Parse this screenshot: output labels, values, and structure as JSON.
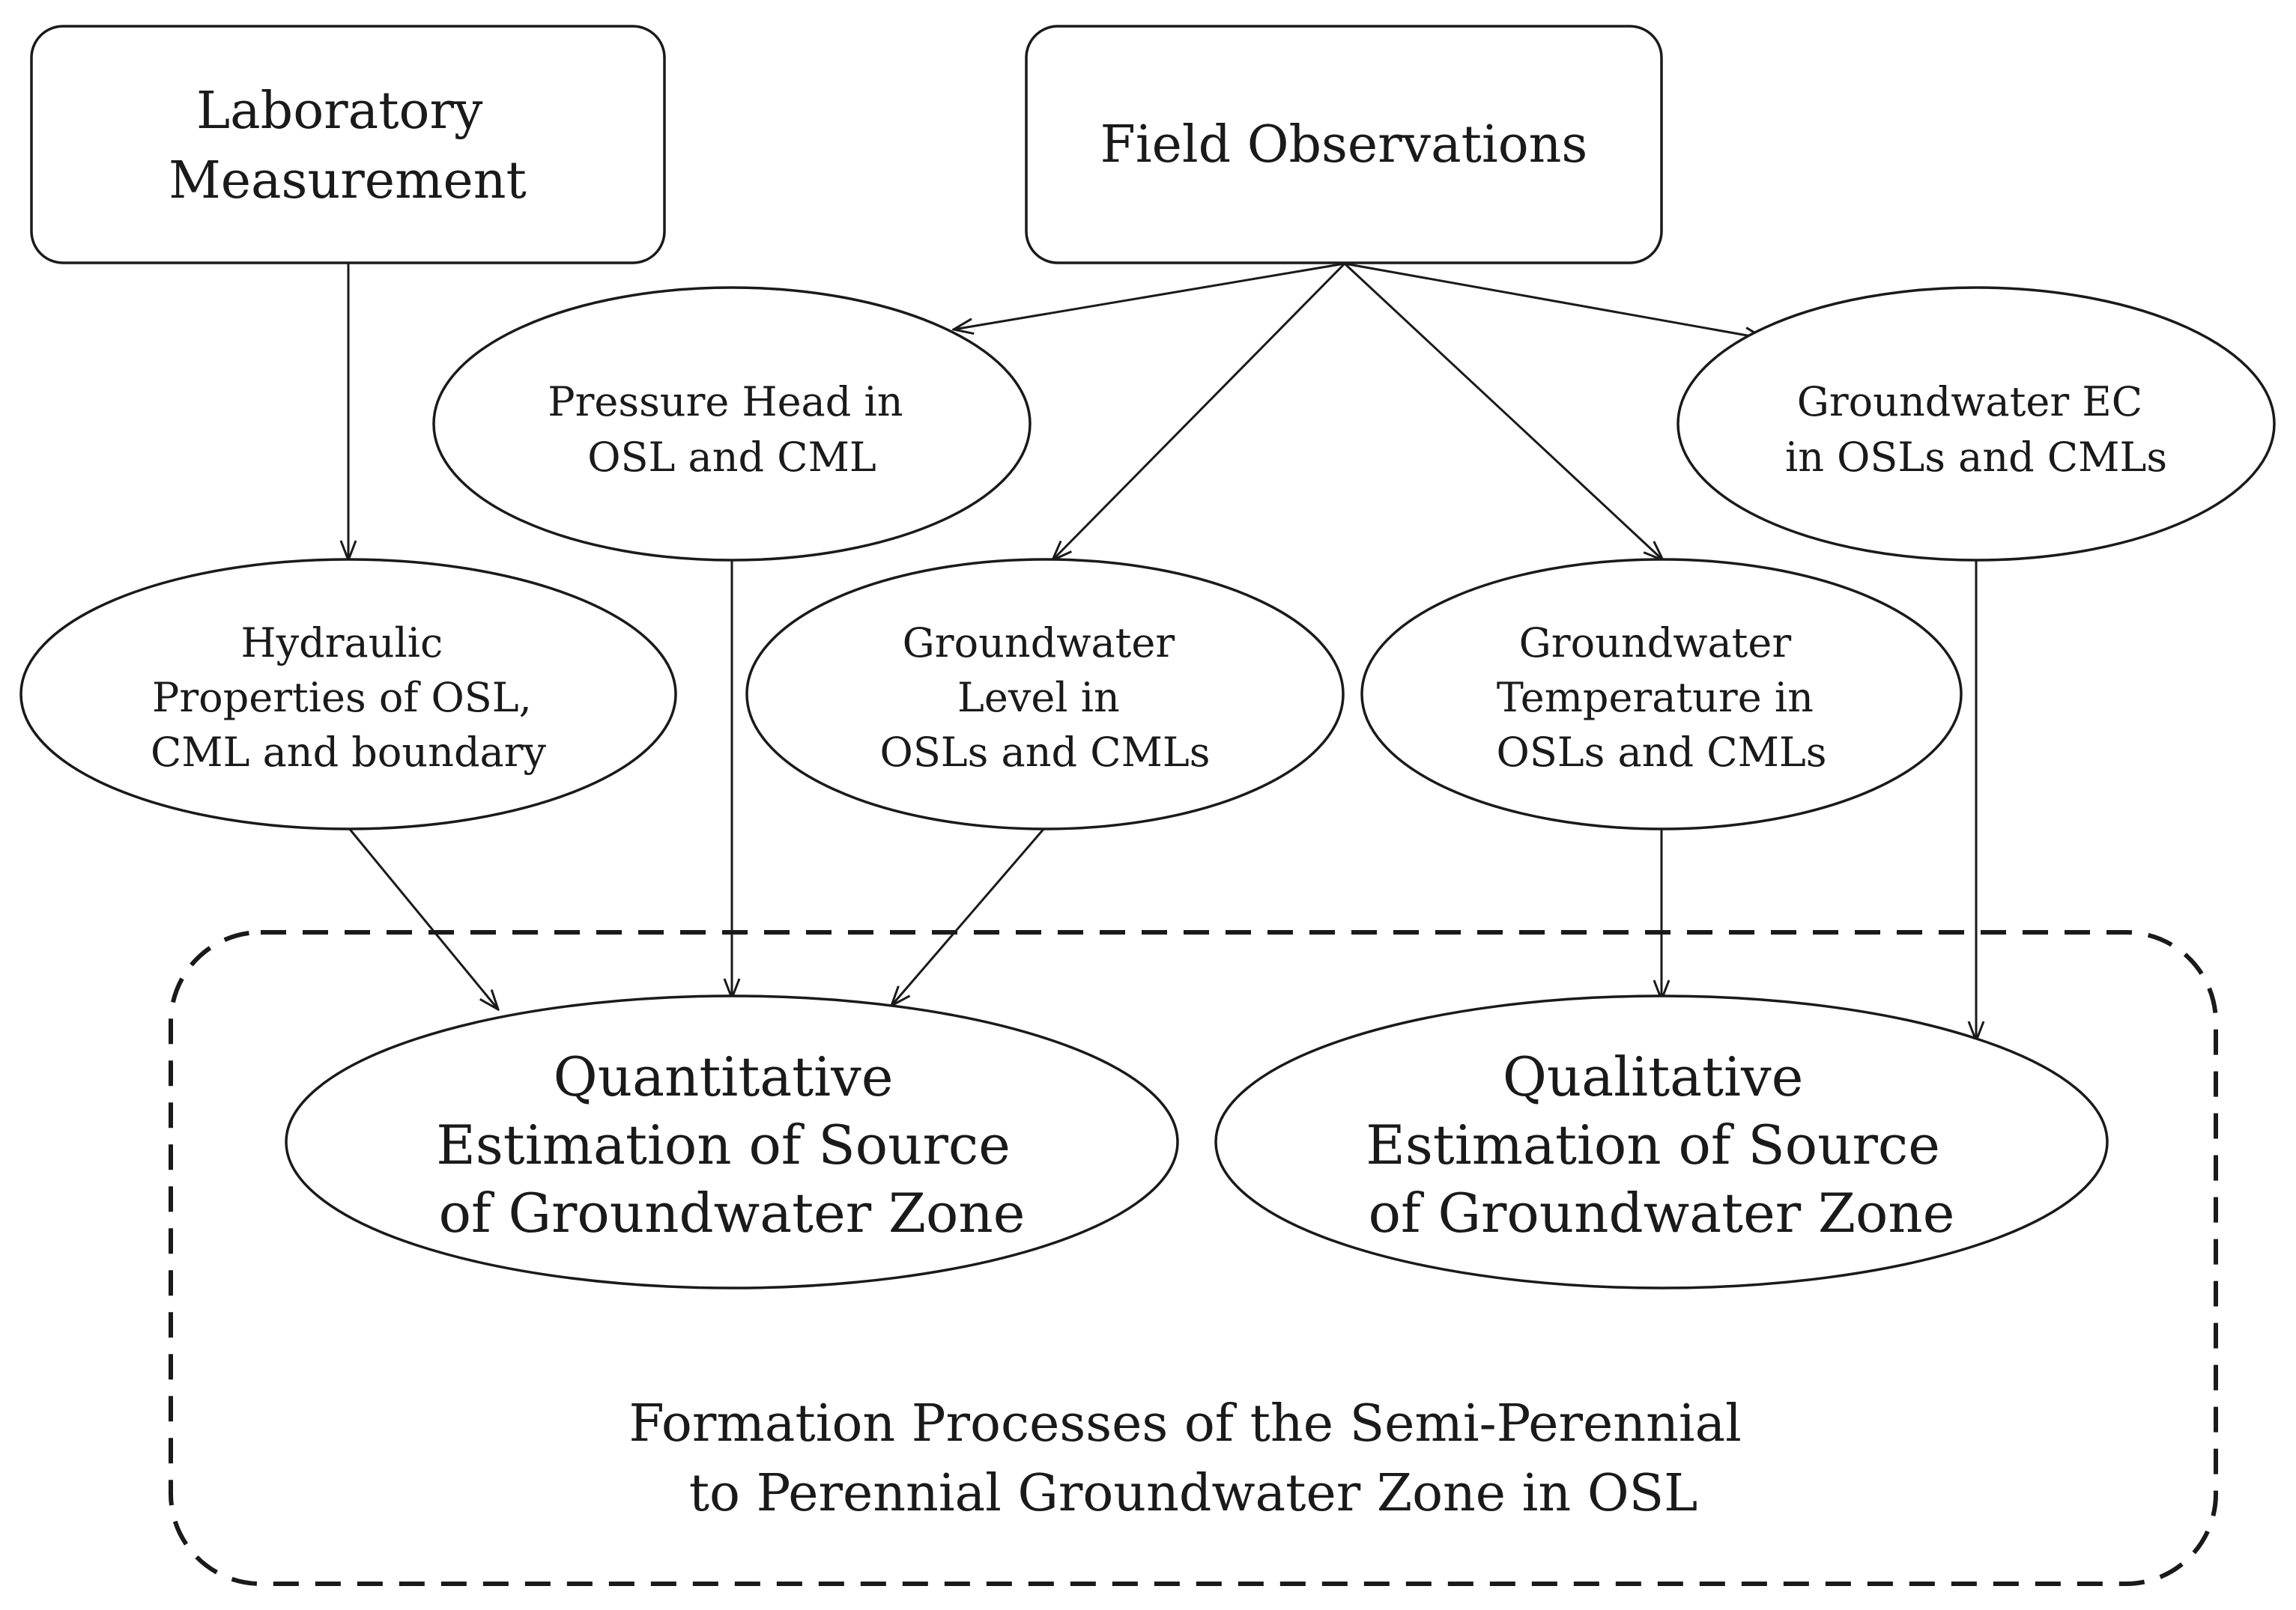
{
  "nodes": {
    "lab": {
      "lines": [
        "Laboratory",
        "Measurement"
      ]
    },
    "field": {
      "lines": [
        "Field Observations"
      ]
    },
    "pressure": {
      "lines": [
        "Pressure Head in",
        "OSL and CML"
      ]
    },
    "ec": {
      "lines": [
        "Groundwater EC",
        "in OSLs and CMLs"
      ]
    },
    "hydraulic": {
      "lines": [
        "Hydraulic",
        "Properties of OSL,",
        "CML and boundary"
      ]
    },
    "level": {
      "lines": [
        "Groundwater",
        "Level in",
        "OSLs and CMLs"
      ]
    },
    "temperature": {
      "lines": [
        "Groundwater",
        "Temperature in",
        "OSLs and CMLs"
      ]
    },
    "quantitative": {
      "lines": [
        "Quantitative",
        "Estimation of Source",
        "of Groundwater Zone"
      ]
    },
    "qualitative": {
      "lines": [
        "Qualitative",
        "Estimation of Source",
        "of Groundwater Zone"
      ]
    }
  },
  "group": {
    "lines": [
      "Formation Processes of the Semi-Perennial",
      "to Perennial Groundwater Zone in OSL"
    ]
  },
  "edges": [
    {
      "from": "lab",
      "to": "hydraulic"
    },
    {
      "from": "field",
      "to": "pressure"
    },
    {
      "from": "field",
      "to": "level"
    },
    {
      "from": "field",
      "to": "temperature"
    },
    {
      "from": "field",
      "to": "ec"
    },
    {
      "from": "hydraulic",
      "to": "quantitative"
    },
    {
      "from": "pressure",
      "to": "quantitative"
    },
    {
      "from": "level",
      "to": "quantitative"
    },
    {
      "from": "temperature",
      "to": "qualitative"
    },
    {
      "from": "ec",
      "to": "qualitative"
    }
  ]
}
